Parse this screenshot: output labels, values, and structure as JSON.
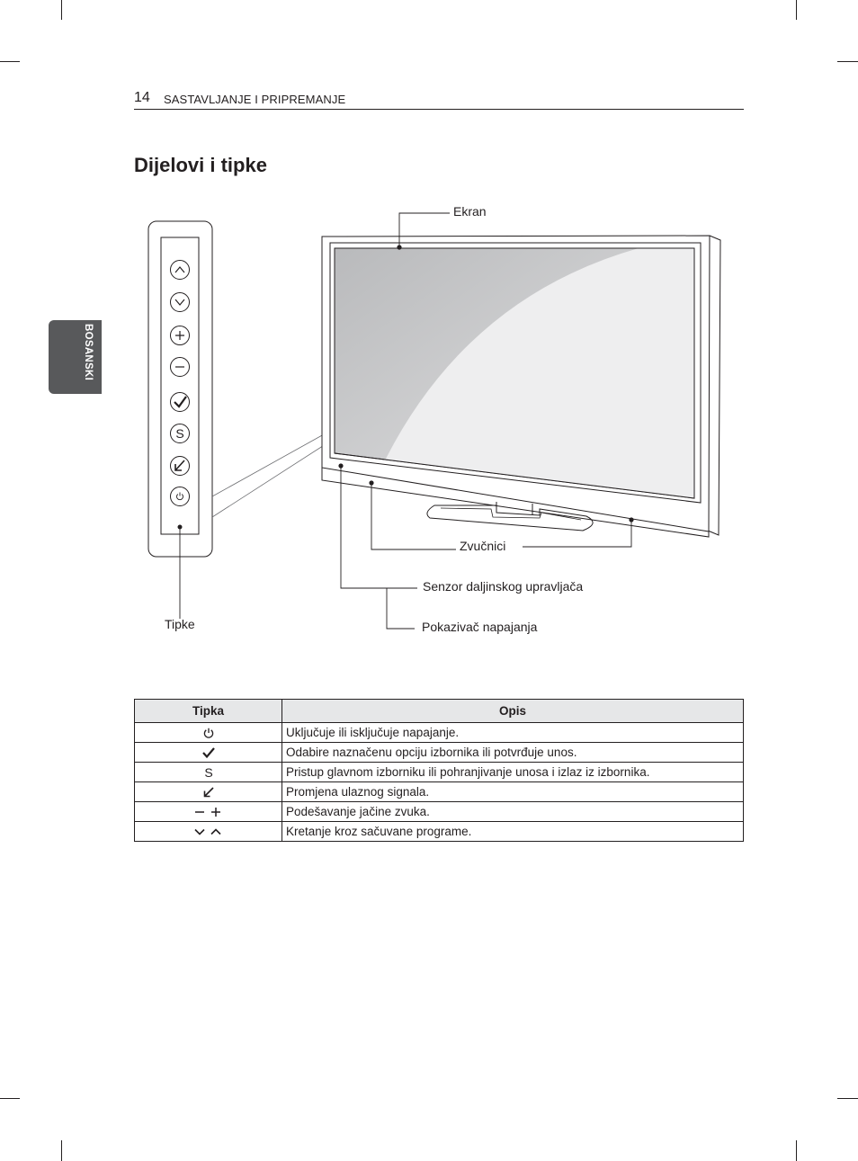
{
  "header": {
    "page_number": "14",
    "section": "SASTAVLJANJE I PRIPREMANJE"
  },
  "title": "Dijelovi i tipke",
  "side_tab": "BOSANSKI",
  "diagram": {
    "labels": {
      "screen": "Ekran",
      "speakers": "Zvučnici",
      "remote_sensor": "Senzor daljinskog upravljača",
      "power_indicator": "Pokazivač napajanja",
      "buttons": "Tipke"
    },
    "panel_buttons": [
      "chevron-up-icon",
      "chevron-down-icon",
      "plus-icon",
      "minus-icon",
      "checkmark-icon",
      "settings-s-icon",
      "input-arrow-icon",
      "power-icon"
    ]
  },
  "table": {
    "headers": [
      "Tipka",
      "Opis"
    ],
    "rows": [
      {
        "icon": "power-icon",
        "desc": "Uključuje ili isključuje napajanje."
      },
      {
        "icon": "checkmark-icon",
        "desc": "Odabire naznačenu opciju izbornika ili potvrđuje unos."
      },
      {
        "icon": "settings-s-icon",
        "desc": "Pristup glavnom izborniku ili pohranjivanje unosa i izlaz iz izbornika."
      },
      {
        "icon": "input-arrow-icon",
        "desc": "Promjena ulaznog signala."
      },
      {
        "icon": "minus-plus-icon",
        "desc": "Podešavanje jačine zvuka."
      },
      {
        "icon": "chevron-down-up-icon",
        "desc": "Kretanje kroz sačuvane programe."
      }
    ]
  }
}
